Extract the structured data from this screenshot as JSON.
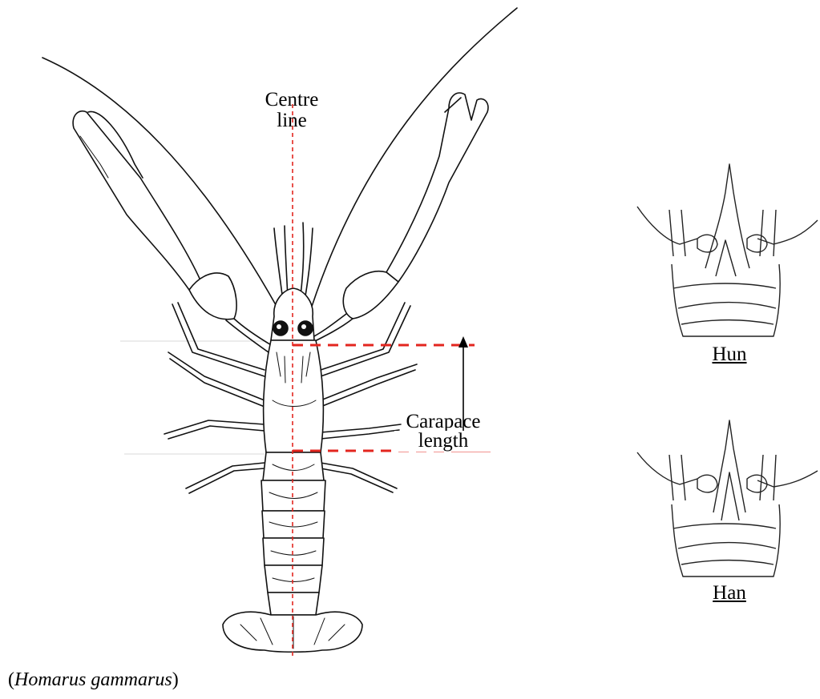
{
  "labels": {
    "centre_line": [
      "Centre",
      "line"
    ],
    "carapace_length": [
      "Carapace",
      "length"
    ],
    "hun": "Hun",
    "han": "Han"
  },
  "caption": {
    "open": "(",
    "species": "Homarus gammarus",
    "close": ")"
  },
  "colors": {
    "ink": "#000000",
    "measure_line": "#e3261f"
  }
}
